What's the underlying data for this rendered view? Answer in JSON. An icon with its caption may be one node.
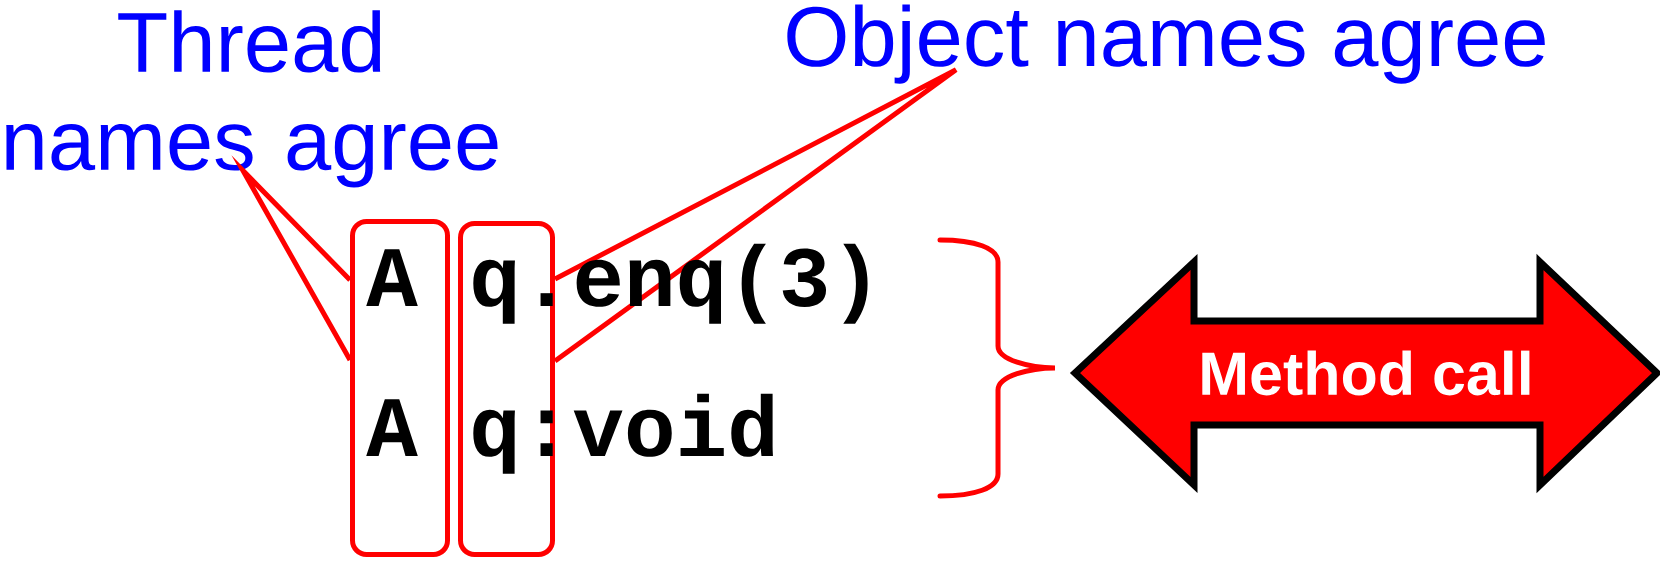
{
  "diagram": {
    "nodes": [
      {
        "text": [
          "Thread names agree"
        ]
      },
      {
        "text": [
          "Object names agree"
        ]
      },
      {
        "text": [],
        "shape": "box"
      },
      {
        "text": [],
        "shape": "box"
      },
      {
        "text": [
          "Method call"
        ]
      }
    ],
    "edges": [
      {
        "from": 2,
        "to": 0,
        "arrow": "none"
      },
      {
        "from": 3,
        "to": 1,
        "arrow": "none"
      }
    ],
    "labels": [
      "A",
      "q.enq(3)",
      "A",
      "q:void"
    ]
  }
}
